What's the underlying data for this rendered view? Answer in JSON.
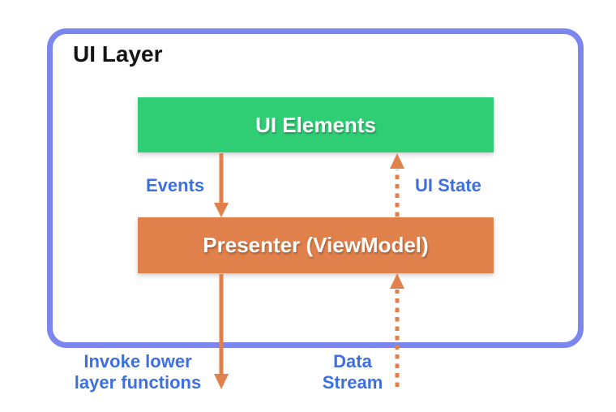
{
  "diagram": {
    "title": "UI Layer",
    "boxes": [
      {
        "id": "ui-elements",
        "label": "UI Elements",
        "color": "#2fce75"
      },
      {
        "id": "presenter",
        "label": "Presenter (ViewModel)",
        "color": "#e0804a"
      }
    ],
    "flows": [
      {
        "label": "Events",
        "from": "ui-elements",
        "to": "presenter",
        "style": "solid",
        "direction": "down"
      },
      {
        "label": "UI State",
        "from": "presenter",
        "to": "ui-elements",
        "style": "dashed",
        "direction": "up"
      },
      {
        "label": "Invoke lower\nlayer functions",
        "from": "presenter",
        "to": "outside-bottom",
        "style": "solid",
        "direction": "down"
      },
      {
        "label": "Data\nStream",
        "from": "outside-bottom",
        "to": "presenter",
        "style": "dashed",
        "direction": "up"
      }
    ],
    "colors": {
      "container_border": "#7b87ee",
      "ui_elements_green": "#2fce75",
      "presenter_orange": "#e0804a",
      "arrow_orange": "#e0804a",
      "flow_label_blue": "#3d6fe0",
      "title_text": "#141414",
      "box_text": "#ffffff",
      "background": "#ffffff"
    }
  }
}
